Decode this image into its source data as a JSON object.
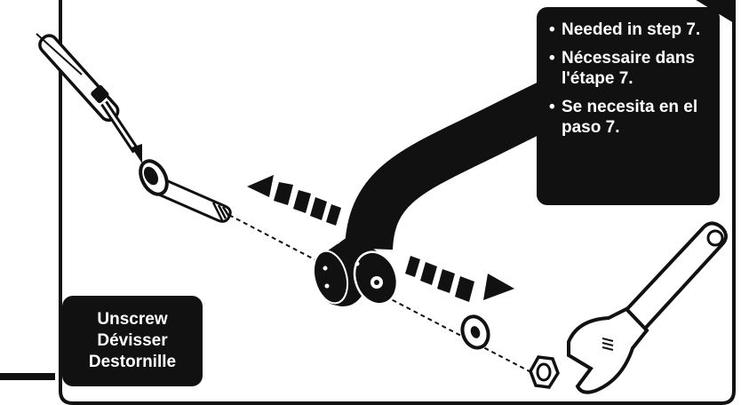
{
  "note": {
    "items": [
      "Needed in step 7.",
      "Nécessaire dans l'étape 7.",
      "Se necesita en el paso 7."
    ]
  },
  "action_label": [
    "Unscrew",
    "Dévisser",
    "Destornille"
  ],
  "colors": {
    "ink": "#111111",
    "paper": "#ffffff"
  },
  "icons": [
    "screwdriver-icon",
    "wrench-icon"
  ]
}
